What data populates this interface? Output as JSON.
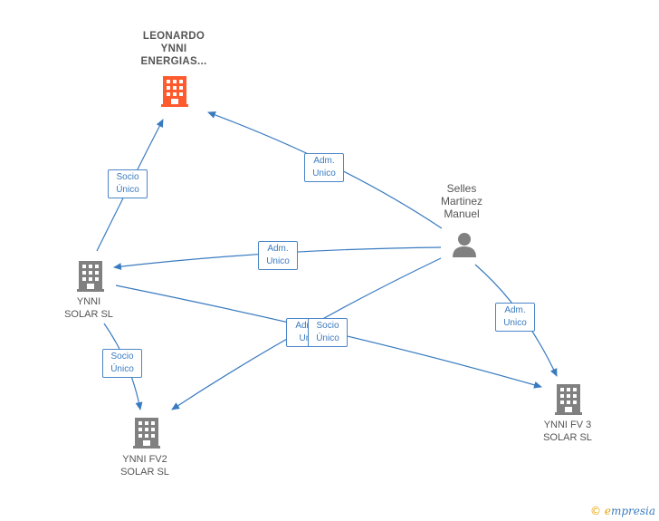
{
  "nodes": {
    "leonardo": {
      "line1": "LEONARDO",
      "line2": "YNNI",
      "line3": "ENERGIAS...",
      "color": "#ff5a2e",
      "icon": "building-icon"
    },
    "ynni_solar": {
      "line1": "YNNI",
      "line2": "SOLAR  SL",
      "color": "#808080",
      "icon": "building-icon"
    },
    "ynni_fv2": {
      "line1": "YNNI FV2",
      "line2": "SOLAR  SL",
      "color": "#808080",
      "icon": "building-icon"
    },
    "ynni_fv3": {
      "line1": "YNNI FV 3",
      "line2": "SOLAR  SL",
      "color": "#808080",
      "icon": "building-icon"
    },
    "person": {
      "line1": "Selles",
      "line2": "Martinez",
      "line3": "Manuel",
      "color": "#808080",
      "icon": "person-icon"
    }
  },
  "edge_labels": {
    "adm1": {
      "l1": "Adm.",
      "l2": "Unico"
    },
    "adm2": {
      "l1": "Adm.",
      "l2": "Unico"
    },
    "adm3": {
      "l1": "Adm.",
      "l2": "Unico"
    },
    "adm4": {
      "l1": "Adm.",
      "l2": "Uni"
    },
    "socio1": {
      "l1": "Socio",
      "l2": "Único"
    },
    "socio2": {
      "l1": "Socio",
      "l2": "Único"
    },
    "socio3": {
      "l1": "Socio",
      "l2": "Único"
    }
  },
  "edge_color": "#3a7bc0",
  "credit": {
    "symbol": "©",
    "brand_initial": "e",
    "brand_rest": "mpresia"
  }
}
